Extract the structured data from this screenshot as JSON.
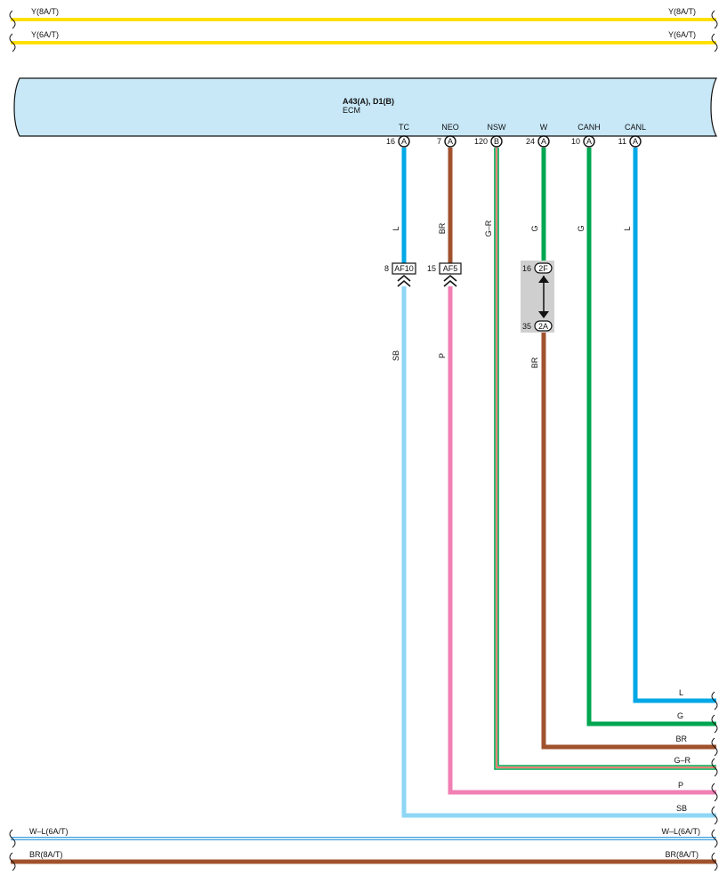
{
  "colors": {
    "yellow": "#ffe000",
    "ecm_fill": "#c8e8f8",
    "blue_L": "#00a8e6",
    "brown_BR": "#a0522d",
    "pink_P": "#f07fb4",
    "skyblue_SB": "#8fd6f5",
    "green_G": "#00a650",
    "red_R": "#e03020",
    "white_W": "#ffffff",
    "blue_wl": "#3aa0e0",
    "splice_bg": "#cfcfcf"
  },
  "top_wires": {
    "y8at_left": "Y(8A/T)",
    "y8at_right": "Y(8A/T)",
    "y6at_left": "Y(6A/T)",
    "y6at_right": "Y(6A/T)"
  },
  "ecm": {
    "title": "A43(A), D1(B)",
    "subtitle": "ECM",
    "terminals": [
      {
        "name": "TC",
        "pin": "16",
        "conn": "A"
      },
      {
        "name": "NEO",
        "pin": "7",
        "conn": "A"
      },
      {
        "name": "NSW",
        "pin": "120",
        "conn": "B"
      },
      {
        "name": "W",
        "pin": "24",
        "conn": "A"
      },
      {
        "name": "CANH",
        "pin": "10",
        "conn": "A"
      },
      {
        "name": "CANL",
        "pin": "11",
        "conn": "A"
      }
    ]
  },
  "wire_codes_upper": {
    "tc": "L",
    "neo": "BR",
    "nsw": "G–R",
    "w": "G",
    "canh": "G",
    "canl": "L"
  },
  "connectors": {
    "af10": {
      "pin": "8",
      "label": "AF10"
    },
    "af5": {
      "pin": "15",
      "label": "AF5"
    },
    "j2f": {
      "pin": "16",
      "label": "2F"
    },
    "j2a": {
      "pin": "35",
      "label": "2A"
    }
  },
  "wire_codes_lower": {
    "tc": "SB",
    "neo": "P",
    "w": "BR"
  },
  "right_exits": {
    "canl": "L",
    "canh": "G",
    "w": "BR",
    "nsw": "G–R",
    "neo": "P",
    "tc": "SB"
  },
  "bottom_wires": {
    "wl6at_left": "W–L(6A/T)",
    "wl6at_right": "W–L(6A/T)",
    "br8at_left": "BR(8A/T)",
    "br8at_right": "BR(8A/T)"
  }
}
